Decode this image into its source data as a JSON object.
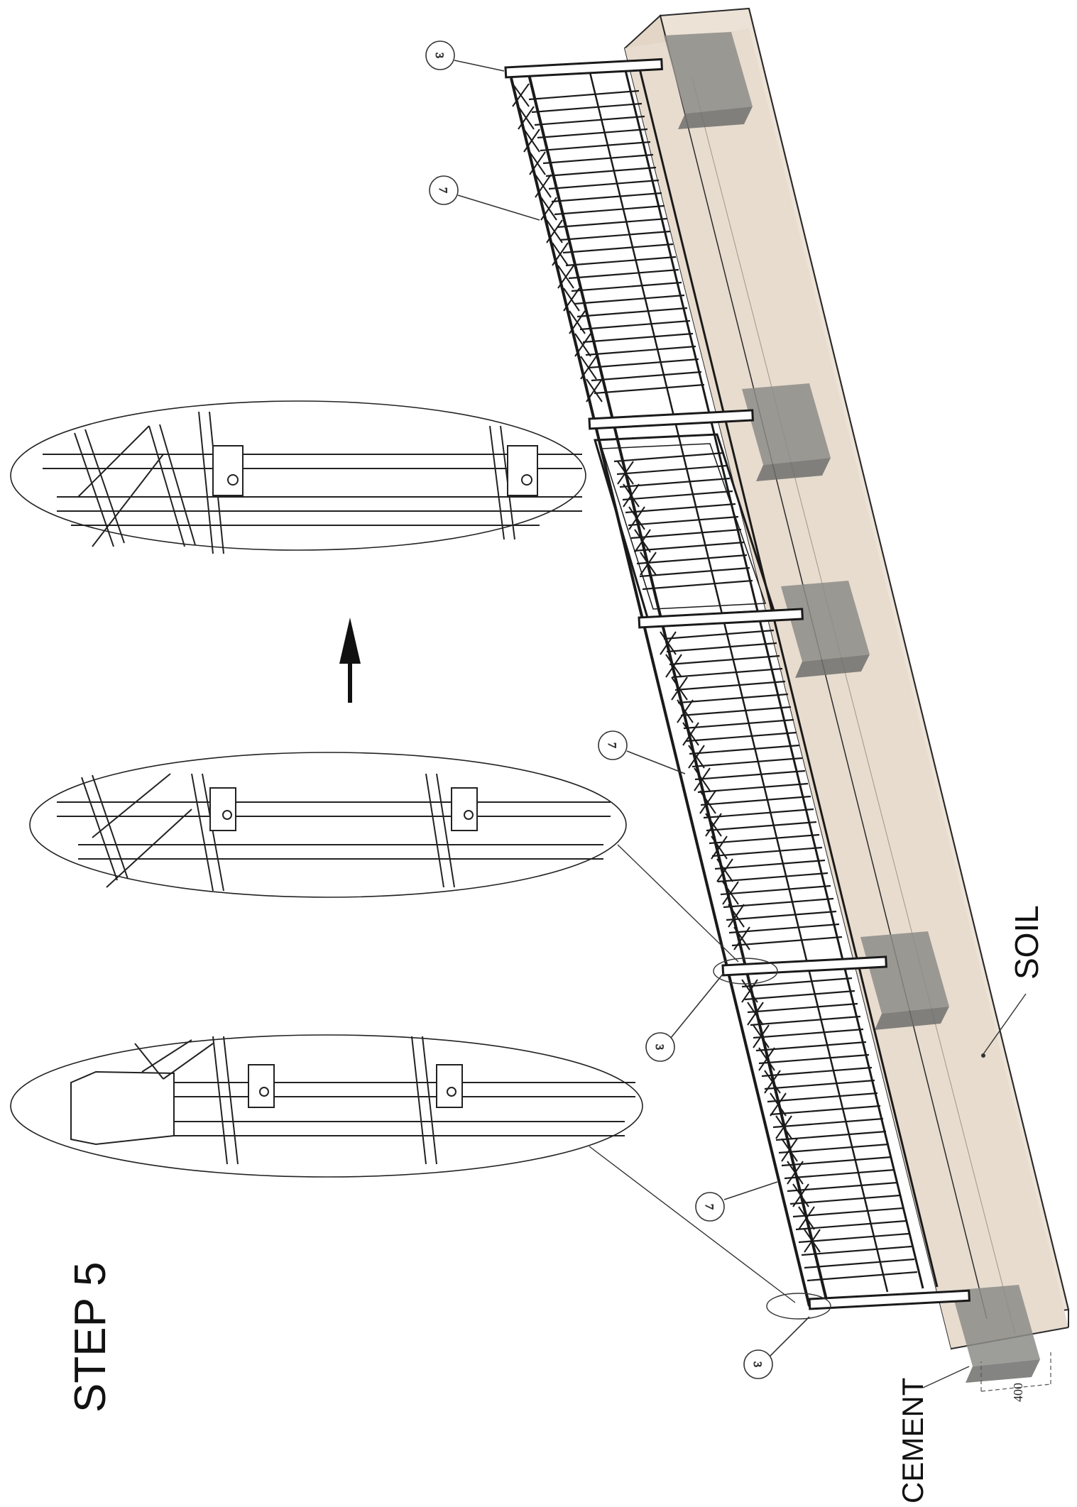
{
  "title": "STEP 5",
  "labels": {
    "soil": "SOIL",
    "cement": "CEMENT",
    "dimension": "400"
  },
  "callouts": {
    "post_top": "3",
    "panel_top": "7",
    "panel_middle": "7",
    "post_middle": "3",
    "panel_bottom": "7",
    "post_bottom": "3"
  },
  "colors": {
    "soil": "#e6d9cb",
    "soil_edge": "#2b2b2b",
    "cement": "#8a8a86",
    "steel": "#1a1a1a"
  },
  "icons": {
    "direction_arrow": "arrow-up-icon"
  }
}
